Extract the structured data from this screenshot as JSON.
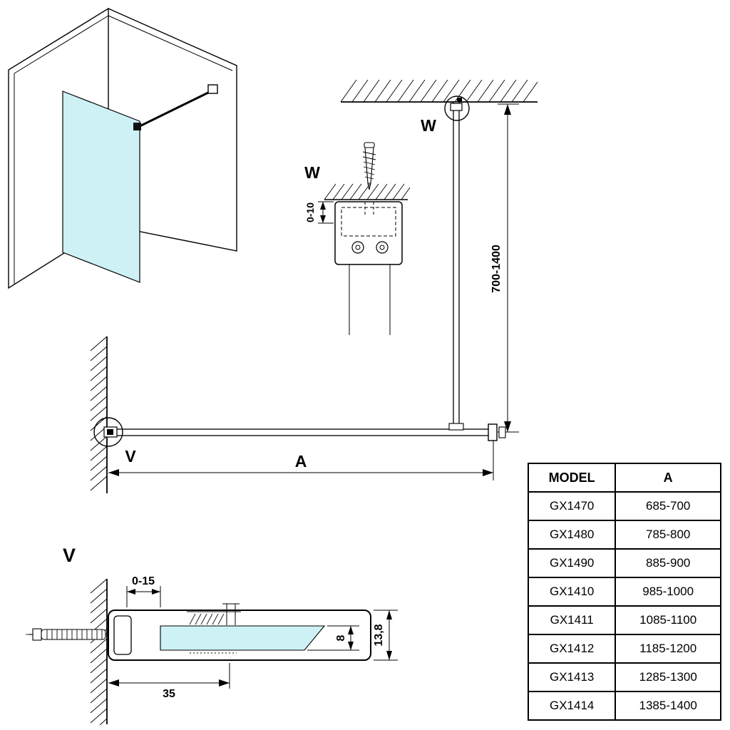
{
  "diagram": {
    "labels": {
      "w": "W",
      "v": "V",
      "a": "A"
    },
    "dimensions": {
      "bar_length": "700-1400",
      "ceiling_offset": "0-10",
      "glass_inset": "0-15",
      "wall_depth": "35",
      "glass_thickness": "8",
      "profile_height": "13,8"
    },
    "colors": {
      "glass_fill": "#cdf1f5"
    }
  },
  "table": {
    "headers": {
      "model": "MODEL",
      "a": "A"
    },
    "rows": [
      {
        "model": "GX1470",
        "a": "685-700"
      },
      {
        "model": "GX1480",
        "a": "785-800"
      },
      {
        "model": "GX1490",
        "a": "885-900"
      },
      {
        "model": "GX1410",
        "a": "985-1000"
      },
      {
        "model": "GX1411",
        "a": "1085-1100"
      },
      {
        "model": "GX1412",
        "a": "1185-1200"
      },
      {
        "model": "GX1413",
        "a": "1285-1300"
      },
      {
        "model": "GX1414",
        "a": "1385-1400"
      }
    ]
  }
}
